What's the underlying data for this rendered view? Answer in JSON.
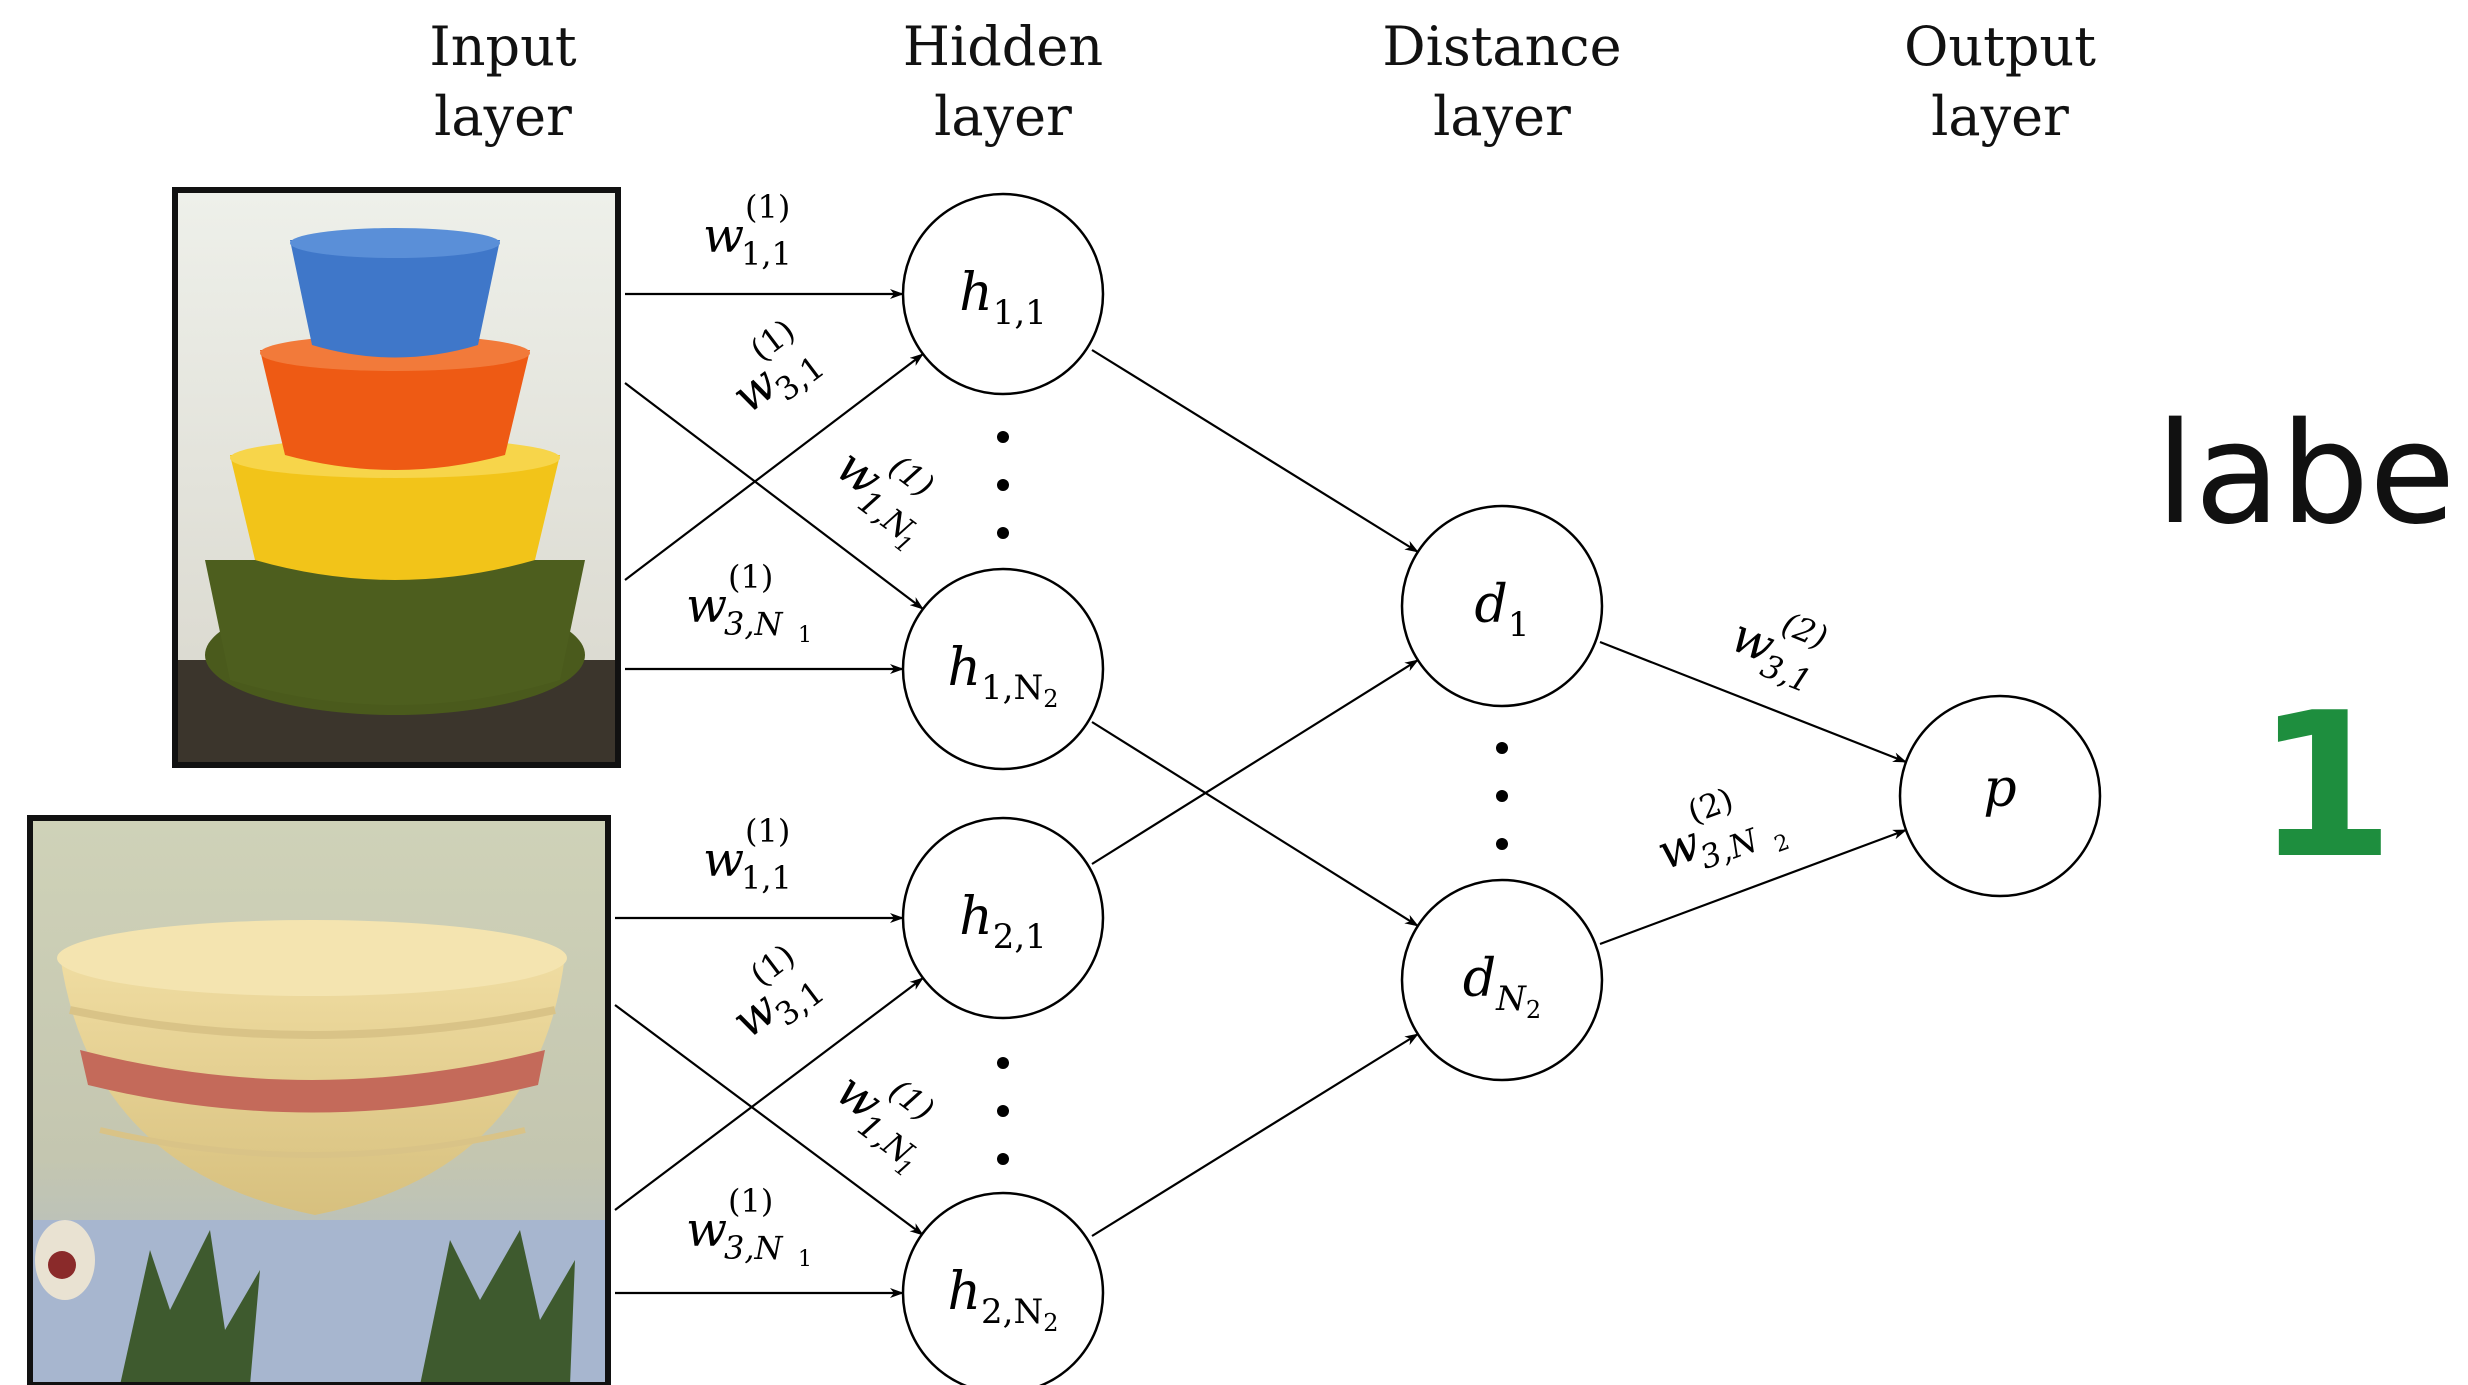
{
  "headers": {
    "input": [
      "Input",
      "layer"
    ],
    "hidden": [
      "Hidden",
      "layer"
    ],
    "distance": [
      "Distance",
      "layer"
    ],
    "output": [
      "Output",
      "layer"
    ]
  },
  "nodes": {
    "h11": {
      "base": "h",
      "sub": "1,1"
    },
    "h1N2": {
      "base": "h",
      "sub": "1,N",
      "subsub": "2"
    },
    "h21": {
      "base": "h",
      "sub": "2,1"
    },
    "h2N2": {
      "base": "h",
      "sub": "2,N",
      "subsub": "2"
    },
    "d1": {
      "base": "d",
      "sub": "1"
    },
    "dN2": {
      "base": "d",
      "sub": "N",
      "subsub": "2"
    },
    "p": {
      "base": "p"
    }
  },
  "weights": {
    "w11": {
      "base": "w",
      "sup": "(1)",
      "sub": "1,1"
    },
    "w31": {
      "base": "w",
      "sup": "(1)",
      "sub": "3,1"
    },
    "w1N1": {
      "base": "w",
      "sup": "(1)",
      "sub": "1,N",
      "subsub": "1"
    },
    "w3N1": {
      "base": "w",
      "sup": "(1)",
      "sub": "3,N",
      "subsub": "1"
    },
    "w2_31": {
      "base": "w",
      "sup": "(2)",
      "sub": "3,1"
    },
    "w2_3N2": {
      "base": "w",
      "sup": "(2)",
      "sub": "3,N",
      "subsub": "2"
    }
  },
  "ellipsis_dots": "• • •",
  "label": {
    "title": "label",
    "value": "1",
    "value_color": "#1e8e3e"
  },
  "images": {
    "top": {
      "icon": "stacked-bowls-image",
      "colors": [
        "#3f77c9",
        "#ee5a14",
        "#f2c419",
        "#4a5a1c"
      ]
    },
    "bottom": {
      "icon": "striped-bowl-image",
      "colors": [
        "#e7cf8f",
        "#b55a4f",
        "#9fb0c8"
      ]
    }
  }
}
